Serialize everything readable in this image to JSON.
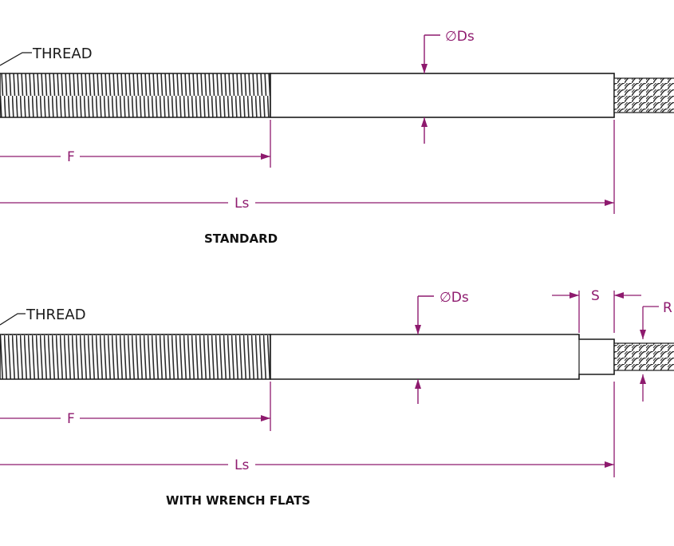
{
  "colors": {
    "dimension": "#8e1a6e",
    "outline": "#1a1a1a",
    "thread": "#2b2b2b",
    "background": "#ffffff"
  },
  "standard": {
    "thread_label": "THREAD",
    "diameter_label": "∅Ds",
    "length_f_label": "F",
    "length_ls_label": "Ls",
    "caption": "STANDARD"
  },
  "wrench": {
    "thread_label": "THREAD",
    "diameter_label": "∅Ds",
    "flat_width_label": "S",
    "radius_label": "R",
    "length_f_label": "F",
    "length_ls_label": "Ls",
    "caption": "WITH WRENCH FLATS"
  }
}
